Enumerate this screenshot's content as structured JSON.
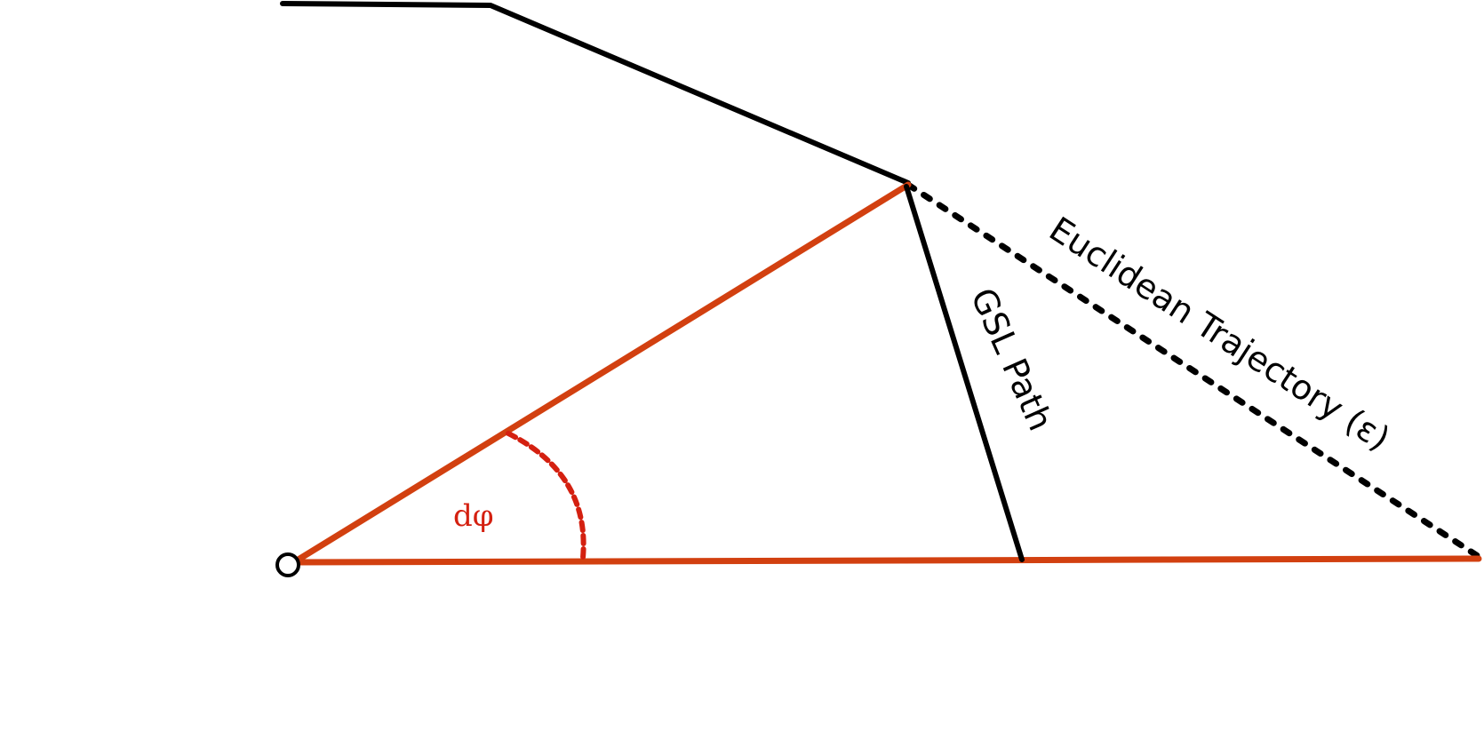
{
  "labels": {
    "euclidean_trajectory": "Euclidean Trajectory (ε)",
    "gsl_path": "GSL Path",
    "angle": "dφ"
  },
  "colors": {
    "accent": "#d24010",
    "angle_label": "#d42010",
    "ink": "#000000",
    "background": "#ffffff"
  }
}
